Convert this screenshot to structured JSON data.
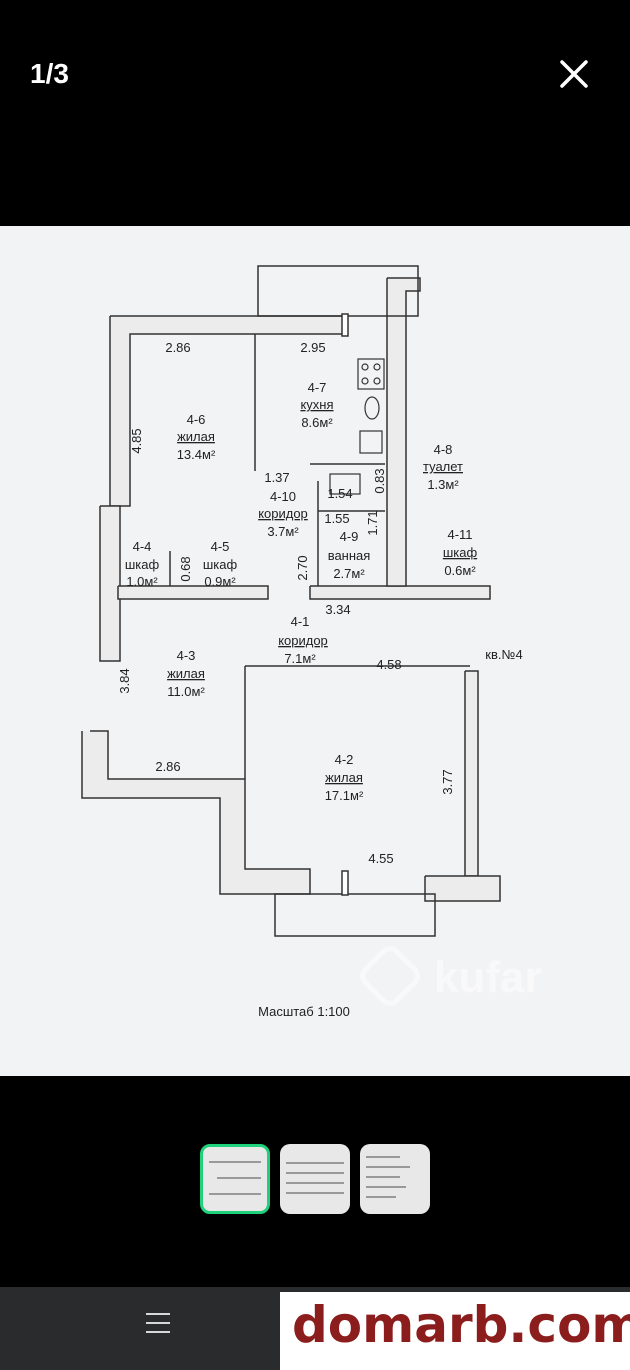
{
  "viewer": {
    "counter": "1/3",
    "close_icon": "close-icon"
  },
  "floor_plan": {
    "rooms": [
      {
        "id": "4-6",
        "type": "жилая",
        "area": "13.4м²"
      },
      {
        "id": "4-7",
        "type": "кухня",
        "area": "8.6м²"
      },
      {
        "id": "4-8",
        "type": "туалет",
        "area": "1.3м²"
      },
      {
        "id": "4-10",
        "type": "коридор",
        "area": "3.7м²"
      },
      {
        "id": "4-9",
        "type": "ванная",
        "area": "2.7м²"
      },
      {
        "id": "4-11",
        "type": "шкаф",
        "area": "0.6м²"
      },
      {
        "id": "4-4",
        "type": "шкаф",
        "area": "1.0м²"
      },
      {
        "id": "4-5",
        "type": "шкаф",
        "area": "0.9м²"
      },
      {
        "id": "4-1",
        "type": "коридор",
        "area": "7.1м²"
      },
      {
        "id": "4-3",
        "type": "жилая",
        "area": "11.0м²"
      },
      {
        "id": "4-2",
        "type": "жилая",
        "area": "17.1м²"
      }
    ],
    "dimensions": [
      "2.86",
      "2.95",
      "4.85",
      "1.37",
      "0.83",
      "1.54",
      "1.55",
      "1.71",
      "0.68",
      "2.70",
      "3.34",
      "4.58",
      "3.84",
      "2.86",
      "3.77",
      "4.55"
    ],
    "apartment_label": "кв.№4",
    "scale": "Масштаб 1:100",
    "watermark": "kufar"
  },
  "thumbnails": [
    {
      "name": "floor-plan",
      "active": true
    },
    {
      "name": "document-1",
      "active": false
    },
    {
      "name": "document-2",
      "active": false
    }
  ],
  "footer": {
    "menu_icon": "hamburger-menu-icon",
    "brand": "domarb.com"
  }
}
